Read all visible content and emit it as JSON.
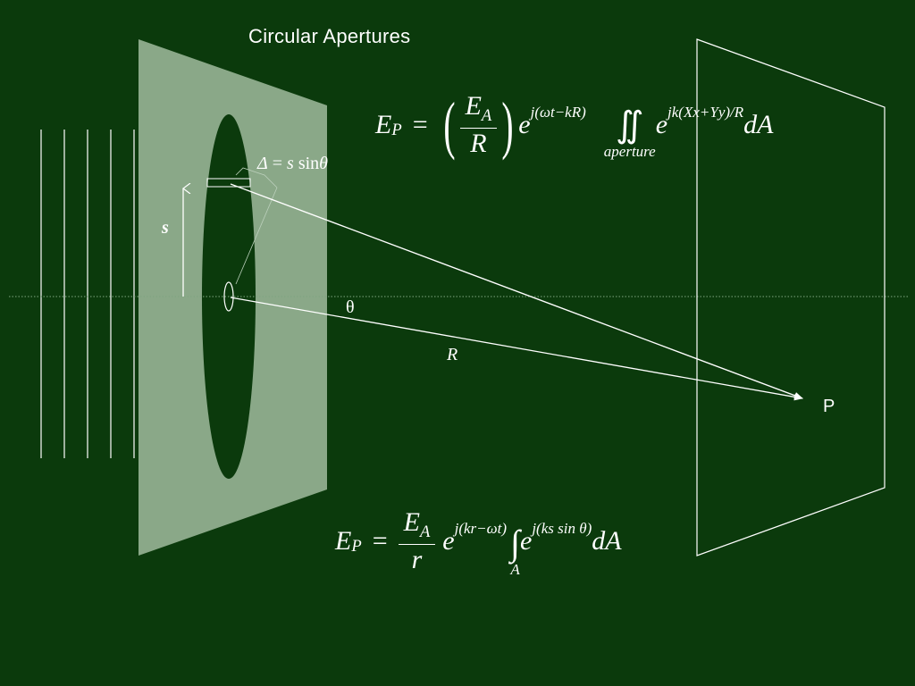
{
  "slide": {
    "title": "Circular Apertures",
    "bg_color": "#0b3a0c",
    "screen_color": "#8aa888"
  },
  "labels": {
    "s": "s",
    "theta": "θ",
    "R": "R",
    "P": "P",
    "delta_lhs": "Δ",
    "delta_eq": "=",
    "delta_s": "s",
    "delta_sin": "sin",
    "delta_theta": "θ"
  },
  "eq1": {
    "E": "E",
    "sub_P": "P",
    "eq": "=",
    "num_E": "E",
    "num_sub": "A",
    "den": "R",
    "e1": "e",
    "exp1": "j(ωt−kR)",
    "integral": "∬",
    "limit": "aperture",
    "e2": "e",
    "exp2": "jk(Xx+Yy)/R",
    "dA": "dA"
  },
  "eq2": {
    "E": "E",
    "sub_P": "P",
    "eq": "=",
    "num_E": "E",
    "num_sub": "A",
    "den": "r",
    "e1": "e",
    "exp1": "j(kr−ωt)",
    "integral": "∫",
    "limit": "A",
    "e2": "e",
    "exp2": "j(ks sin θ)",
    "dA": "dA"
  }
}
